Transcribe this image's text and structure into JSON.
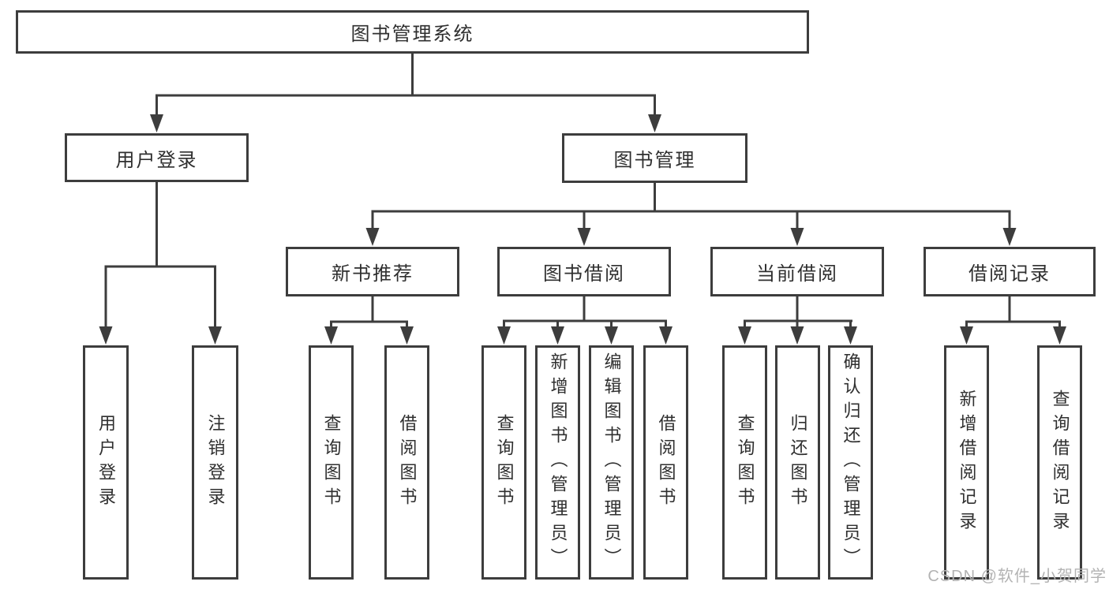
{
  "diagram": {
    "root": {
      "label": "图书管理系统"
    },
    "branches": {
      "user_login": {
        "label": "用户登录",
        "children": [
          "用户登录",
          "注销登录"
        ]
      },
      "book_management": {
        "label": "图书管理",
        "children": {
          "new_book_recommend": {
            "label": "新书推荐",
            "children": [
              "查询图书",
              "借阅图书"
            ]
          },
          "book_borrow": {
            "label": "图书借阅",
            "children": [
              "查询图书",
              "新增图书（管理员）",
              "编辑图书（管理员）",
              "借阅图书"
            ]
          },
          "current_borrow": {
            "label": "当前借阅",
            "children": [
              "查询图书",
              "归还图书",
              "确认归还（管理员）"
            ]
          },
          "borrow_records": {
            "label": "借阅记录",
            "children": [
              "新增借阅记录",
              "查询借阅记录"
            ]
          }
        }
      }
    }
  },
  "watermark": {
    "text": "CSDN @软件_小贺同学"
  },
  "colors": {
    "line": "#3d3d3d",
    "text": "#2f2f2f",
    "watermark": "#b3b3b3",
    "background": "#ffffff"
  }
}
